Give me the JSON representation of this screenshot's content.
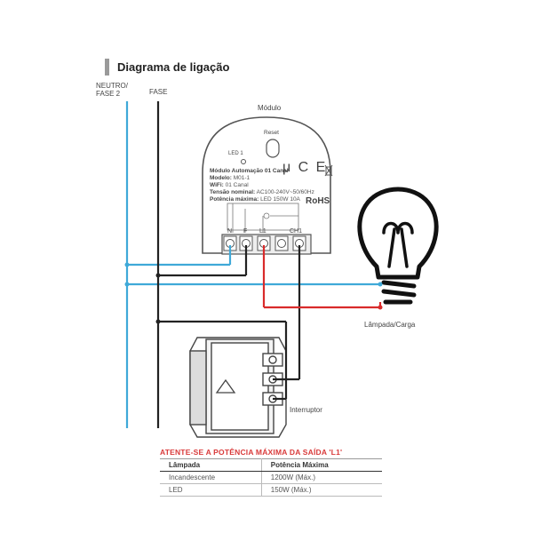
{
  "title": "Diagrama de ligação",
  "labels": {
    "neutro": "NEUTRO/",
    "fase2": "FASE 2",
    "fase": "FASE",
    "modulo": "Módulo",
    "reset": "Reset",
    "led": "LED 1",
    "lampada": "Lâmpada/Carga",
    "interruptor": "Interruptor",
    "n": "N",
    "f": "F",
    "l1": "L1",
    "ch1": "CH1"
  },
  "module_info": {
    "line1": "Módulo Automação 01 Canal",
    "model_key": "Modelo:",
    "model_val": "M01-1",
    "wifi_key": "WiFi:",
    "wifi_val": "01 Canal",
    "tension_key": "Tensão nominal:",
    "tension_val": "AC100-240V~50/60Hz",
    "power_key": "Potência máxima:",
    "power_val": "LED 150W 10A",
    "rohs": "RoHS",
    "marks": "μ C E"
  },
  "warning": "ATENTE-SE A POTÊNCIA MÁXIMA DA SAÍDA 'L1'",
  "table": {
    "headers": [
      "Lâmpada",
      "Potência Máxima"
    ],
    "rows": [
      [
        "Incandescente",
        "1200W (Máx.)"
      ],
      [
        "LED",
        "150W (Máx.)"
      ]
    ]
  },
  "colors": {
    "blue": "#3fa9d8",
    "black": "#222222",
    "red": "#d92b2b",
    "warning": "#d93a3a"
  }
}
